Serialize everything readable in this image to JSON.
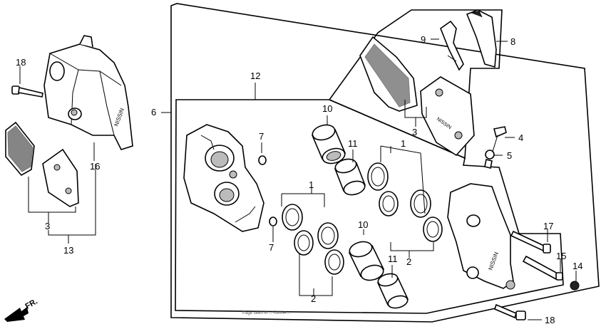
{
  "labels": {
    "l18a": "18",
    "l16": "16",
    "l3a": "3",
    "l13": "13",
    "l12": "12",
    "l6": "6",
    "l9": "9",
    "l8": "8",
    "l3b": "3",
    "l4": "4",
    "l5": "5",
    "l10a": "10",
    "l11a": "11",
    "l7a": "7",
    "l7b": "7",
    "l1a": "1",
    "l1b": "1",
    "l10b": "10",
    "l11b": "11",
    "l2a": "2",
    "l2b": "2",
    "l17": "17",
    "l15": "15",
    "l14": "14",
    "l18b": "18"
  },
  "direction": "FR.",
  "footer": "Page seen in ... ©2004 ...",
  "caliper_marking": "NISSIN"
}
